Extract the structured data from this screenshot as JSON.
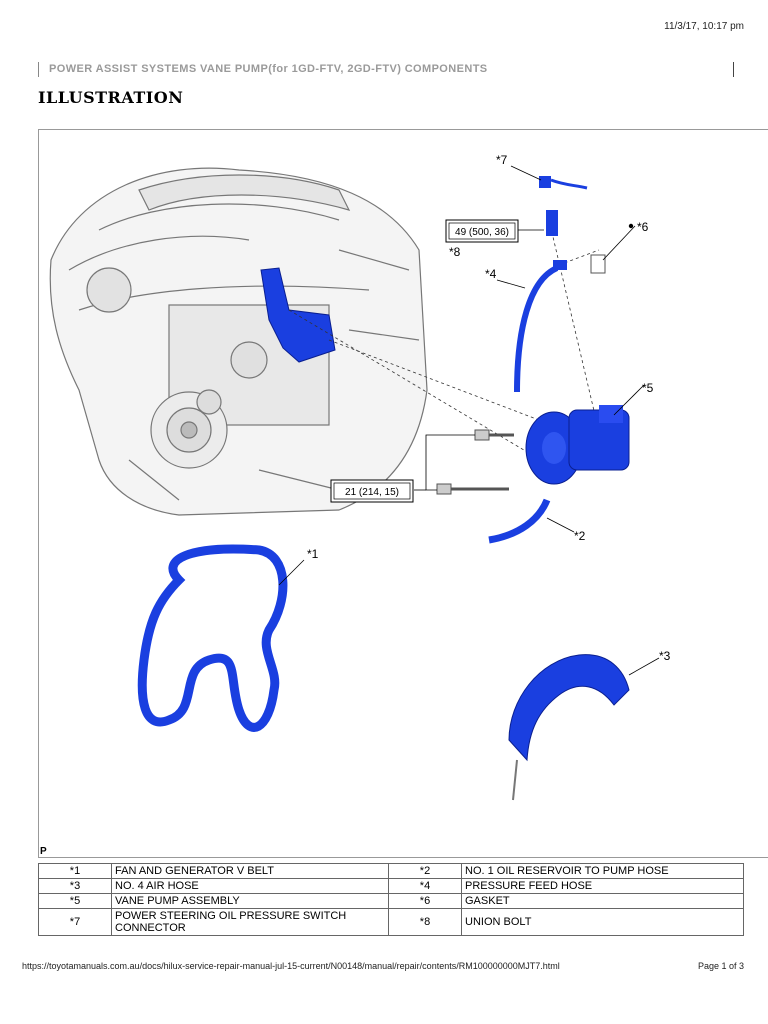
{
  "header": {
    "timestamp": "11/3/17, 10:17 pm",
    "breadcrumb": "POWER ASSIST SYSTEMS  VANE PUMP(for 1GD-FTV, 2GD-FTV)  COMPONENTS",
    "section_title": "ILLUSTRATION"
  },
  "figure": {
    "callouts": [
      "*1",
      "*2",
      "*3",
      "*4",
      "*5",
      "*6",
      "*7",
      "*8"
    ],
    "torque_specs": [
      "49 (500, 36)",
      "21 (214, 15)"
    ],
    "code": "P"
  },
  "legend": {
    "rows": [
      [
        {
          "code": "*1",
          "desc": "FAN AND GENERATOR V BELT"
        },
        {
          "code": "*2",
          "desc": "NO. 1 OIL RESERVOIR TO PUMP HOSE"
        }
      ],
      [
        {
          "code": "*3",
          "desc": "NO. 4 AIR HOSE"
        },
        {
          "code": "*4",
          "desc": "PRESSURE FEED HOSE"
        }
      ],
      [
        {
          "code": "*5",
          "desc": "VANE PUMP ASSEMBLY"
        },
        {
          "code": "*6",
          "desc": "GASKET"
        }
      ],
      [
        {
          "code": "*7",
          "desc": "POWER STEERING OIL PRESSURE SWITCH CONNECTOR"
        },
        {
          "code": "*8",
          "desc": "UNION BOLT"
        }
      ]
    ]
  },
  "footer": {
    "url": "https://toyotamanuals.com.au/docs/hilux-service-repair-manual-jul-15-current/N00148/manual/repair/contents/RM100000000MJT7.html",
    "page": "Page 1 of 3"
  },
  "colors": {
    "part_blue": "#1a3fe0",
    "line_gray": "#999999"
  }
}
